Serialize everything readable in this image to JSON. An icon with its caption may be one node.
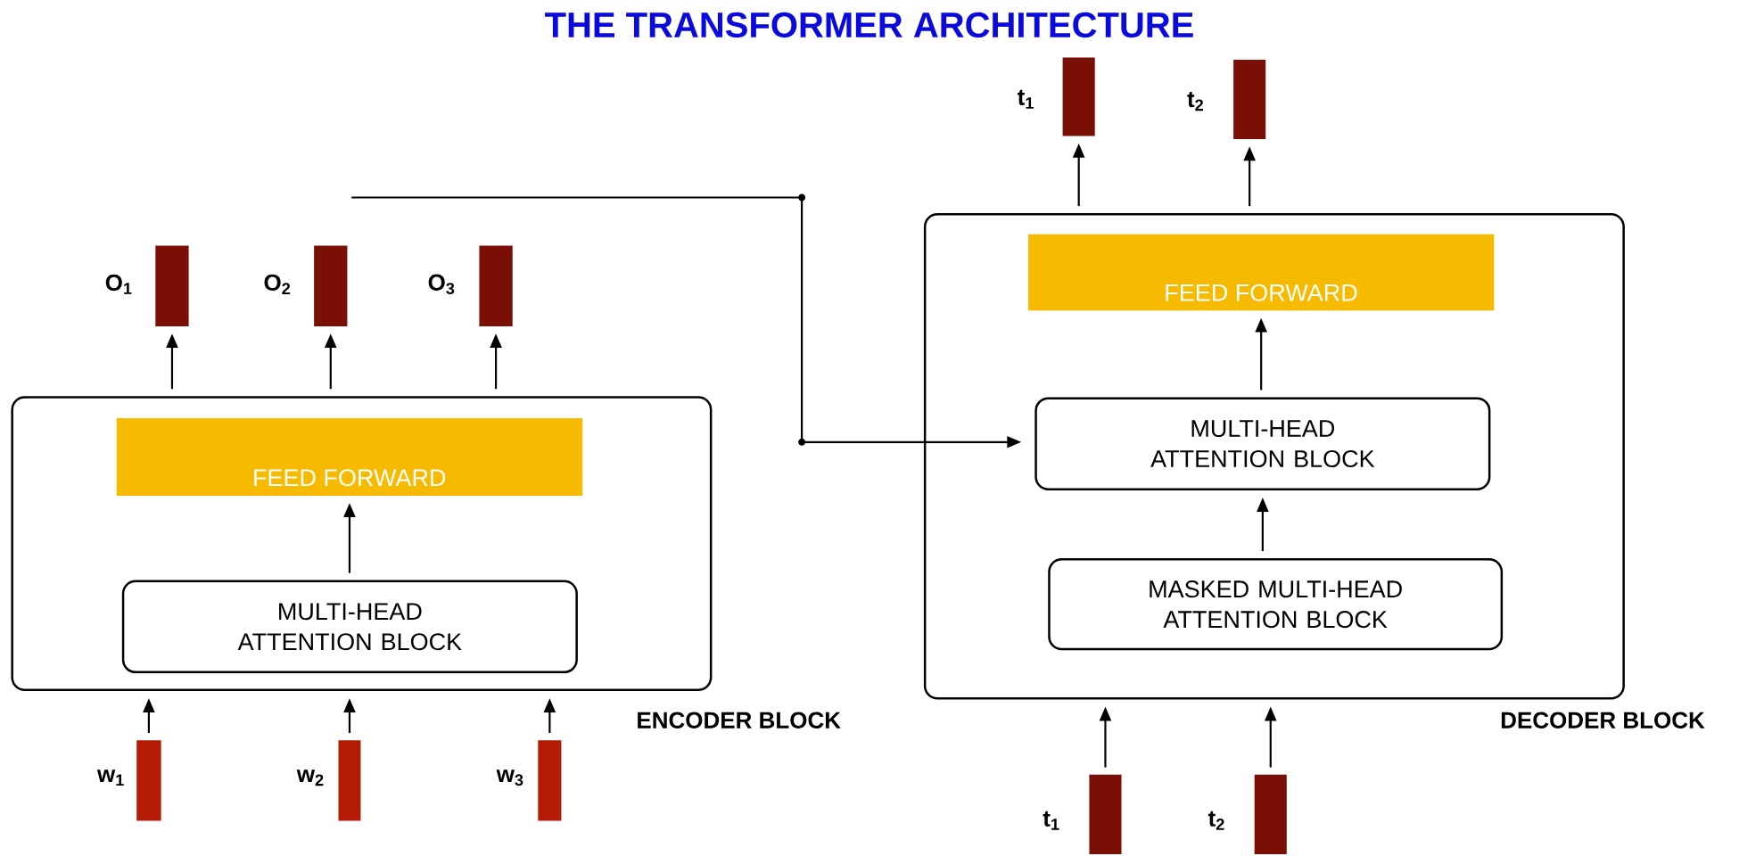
{
  "diagram": {
    "title": "THE TRANSFORMER ARCHITECTURE",
    "nodes": [
      {
        "text": [
          "ENCODER BLOCK"
        ]
      },
      {
        "text": [
          "FEED FORWARD"
        ],
        "in": 0
      },
      {
        "text": [
          "MULTI-HEAD ATTENTION BLOCK"
        ],
        "in": 0
      },
      {
        "text": [
          "DECODER BLOCK"
        ]
      },
      {
        "text": [
          "FEED FORWARD"
        ],
        "in": 3
      },
      {
        "text": [
          "MULTI-HEAD ATTENTION BLOCK"
        ],
        "in": 3
      },
      {
        "text": [
          "MASKED MULTI-HEAD ATTENTION BLOCK"
        ],
        "in": 3
      },
      {
        "text": [],
        "shape": "bar",
        "beside": [
          "O$_{1}$"
        ]
      },
      {
        "text": [],
        "shape": "bar",
        "beside": [
          "O$_{2}$"
        ]
      },
      {
        "text": [],
        "shape": "bar",
        "beside": [
          "O$_{3}$"
        ]
      },
      {
        "text": [],
        "shape": "bar",
        "beside": [
          "w$_{1}$"
        ]
      },
      {
        "text": [],
        "shape": "bar",
        "beside": [
          "w$_{2}$"
        ]
      },
      {
        "text": [],
        "shape": "bar",
        "beside": [
          "w$_{3}$"
        ]
      },
      {
        "text": [],
        "shape": "bar",
        "beside": [
          "t$_{1}$"
        ]
      },
      {
        "text": [],
        "shape": "bar",
        "beside": [
          "t$_{2}$"
        ]
      },
      {
        "text": [],
        "shape": "bar",
        "beside": [
          "t$_{1}$"
        ]
      },
      {
        "text": [],
        "shape": "bar",
        "beside": [
          "t$_{2}$"
        ]
      }
    ],
    "edges": [
      {
        "from": 10,
        "to": 0,
        "arrow": "to"
      },
      {
        "from": 11,
        "to": 0,
        "arrow": "to"
      },
      {
        "from": 12,
        "to": 0,
        "arrow": "to"
      },
      {
        "from": 2,
        "to": 1,
        "arrow": "to"
      },
      {
        "from": 0,
        "to": 7,
        "arrow": "to"
      },
      {
        "from": 0,
        "to": 8,
        "arrow": "to"
      },
      {
        "from": 0,
        "to": 9,
        "arrow": "to"
      },
      {
        "from": 15,
        "to": 3,
        "arrow": "to"
      },
      {
        "from": 16,
        "to": 3,
        "arrow": "to"
      },
      {
        "from": 6,
        "to": 5,
        "arrow": "to"
      },
      {
        "from": 5,
        "to": 4,
        "arrow": "to"
      },
      {
        "from": 3,
        "to": 13,
        "arrow": "to"
      },
      {
        "from": 3,
        "to": 14,
        "arrow": "to"
      },
      {
        "from": null,
        "to": 5,
        "arrow": "to"
      }
    ]
  }
}
